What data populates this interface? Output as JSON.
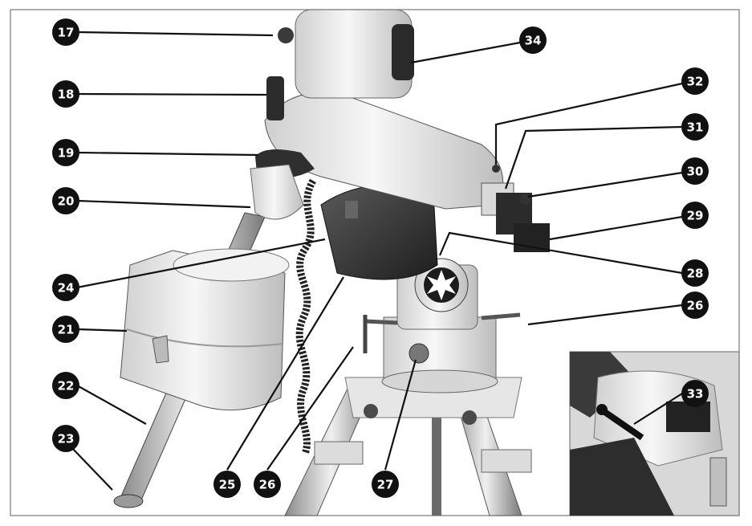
{
  "figure": {
    "colors": {
      "ink": "#111111",
      "paper": "#ffffff",
      "metal_light": "#e9e9e9",
      "metal_mid": "#bdbdbd",
      "metal_dark": "#3a3a3a"
    },
    "callouts": [
      {
        "label": "17",
        "part": "left-upper"
      },
      {
        "label": "34",
        "part": "right-upper"
      },
      {
        "label": "18",
        "part": "left-upper"
      },
      {
        "label": "32",
        "part": "right"
      },
      {
        "label": "31",
        "part": "right"
      },
      {
        "label": "19",
        "part": "left"
      },
      {
        "label": "30",
        "part": "right"
      },
      {
        "label": "20",
        "part": "left"
      },
      {
        "label": "29",
        "part": "right"
      },
      {
        "label": "24",
        "part": "left"
      },
      {
        "label": "28",
        "part": "right"
      },
      {
        "label": "26",
        "part": "right"
      },
      {
        "label": "21",
        "part": "left"
      },
      {
        "label": "22",
        "part": "left"
      },
      {
        "label": "23",
        "part": "left"
      },
      {
        "label": "25",
        "part": "bottom"
      },
      {
        "label": "26",
        "part": "bottom"
      },
      {
        "label": "27",
        "part": "bottom"
      },
      {
        "label": "33",
        "part": "inset"
      }
    ]
  }
}
